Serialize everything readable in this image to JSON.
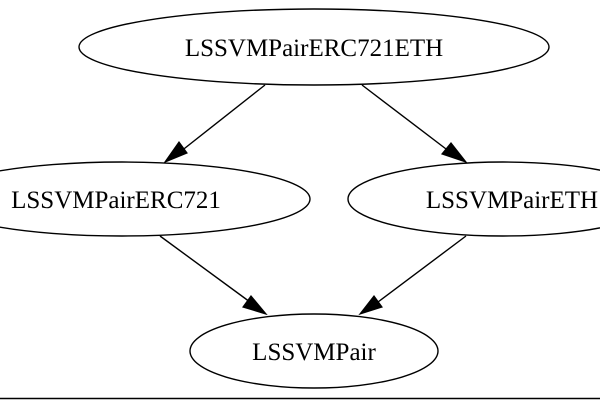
{
  "graph": {
    "nodes": [
      {
        "id": "erc721eth",
        "label": "LSSVMPairERC721ETH"
      },
      {
        "id": "erc721",
        "label": "LSSVMPairERC721"
      },
      {
        "id": "eth",
        "label": "LSSVMPairETH"
      },
      {
        "id": "pair",
        "label": "LSSVMPair"
      }
    ],
    "edges": [
      {
        "from": "LSSVMPairERC721ETH",
        "to": "LSSVMPairERC721"
      },
      {
        "from": "LSSVMPairERC721ETH",
        "to": "LSSVMPairETH"
      },
      {
        "from": "LSSVMPairERC721",
        "to": "LSSVMPair"
      },
      {
        "from": "LSSVMPairETH",
        "to": "LSSVMPair"
      }
    ]
  }
}
